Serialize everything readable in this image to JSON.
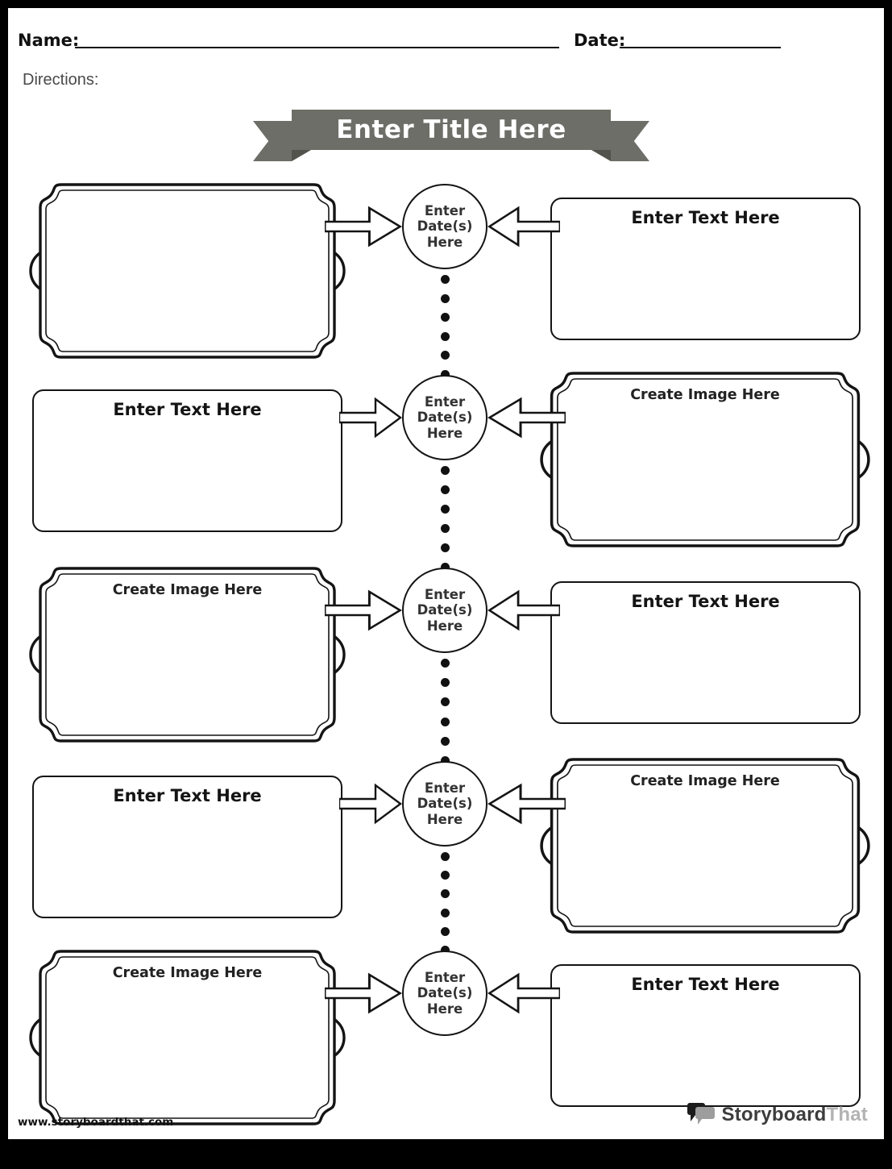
{
  "header": {
    "name_label": "Name:",
    "name_value": "",
    "date_label": "Date:",
    "date_value": "",
    "directions_label": "Directions:",
    "directions_value": ""
  },
  "banner": {
    "title": "Enter Title Here",
    "ribbon_color": "#6c6e67",
    "fold_color": "#51534c",
    "text_color": "#ffffff"
  },
  "timeline": {
    "date_circle_lines": [
      "Enter",
      "Date(s)",
      "Here"
    ],
    "rows": [
      {
        "left": {
          "type": "image",
          "label": ""
        },
        "right": {
          "type": "text",
          "label": "Enter Text Here"
        }
      },
      {
        "left": {
          "type": "text",
          "label": "Enter Text Here"
        },
        "right": {
          "type": "image",
          "label": "Create Image Here"
        }
      },
      {
        "left": {
          "type": "image",
          "label": "Create Image Here"
        },
        "right": {
          "type": "text",
          "label": "Enter Text Here"
        }
      },
      {
        "left": {
          "type": "text",
          "label": "Enter Text Here"
        },
        "right": {
          "type": "image",
          "label": "Create Image Here"
        }
      },
      {
        "left": {
          "type": "image",
          "label": "Create Image Here"
        },
        "right": {
          "type": "text",
          "label": "Enter Text Here"
        }
      }
    ]
  },
  "footer": {
    "website": "www.storyboardthat.com",
    "logo_primary": "Storyboard",
    "logo_secondary": "That",
    "logo_primary_color": "#3d3d3d",
    "logo_secondary_color": "#b3b3b3"
  }
}
